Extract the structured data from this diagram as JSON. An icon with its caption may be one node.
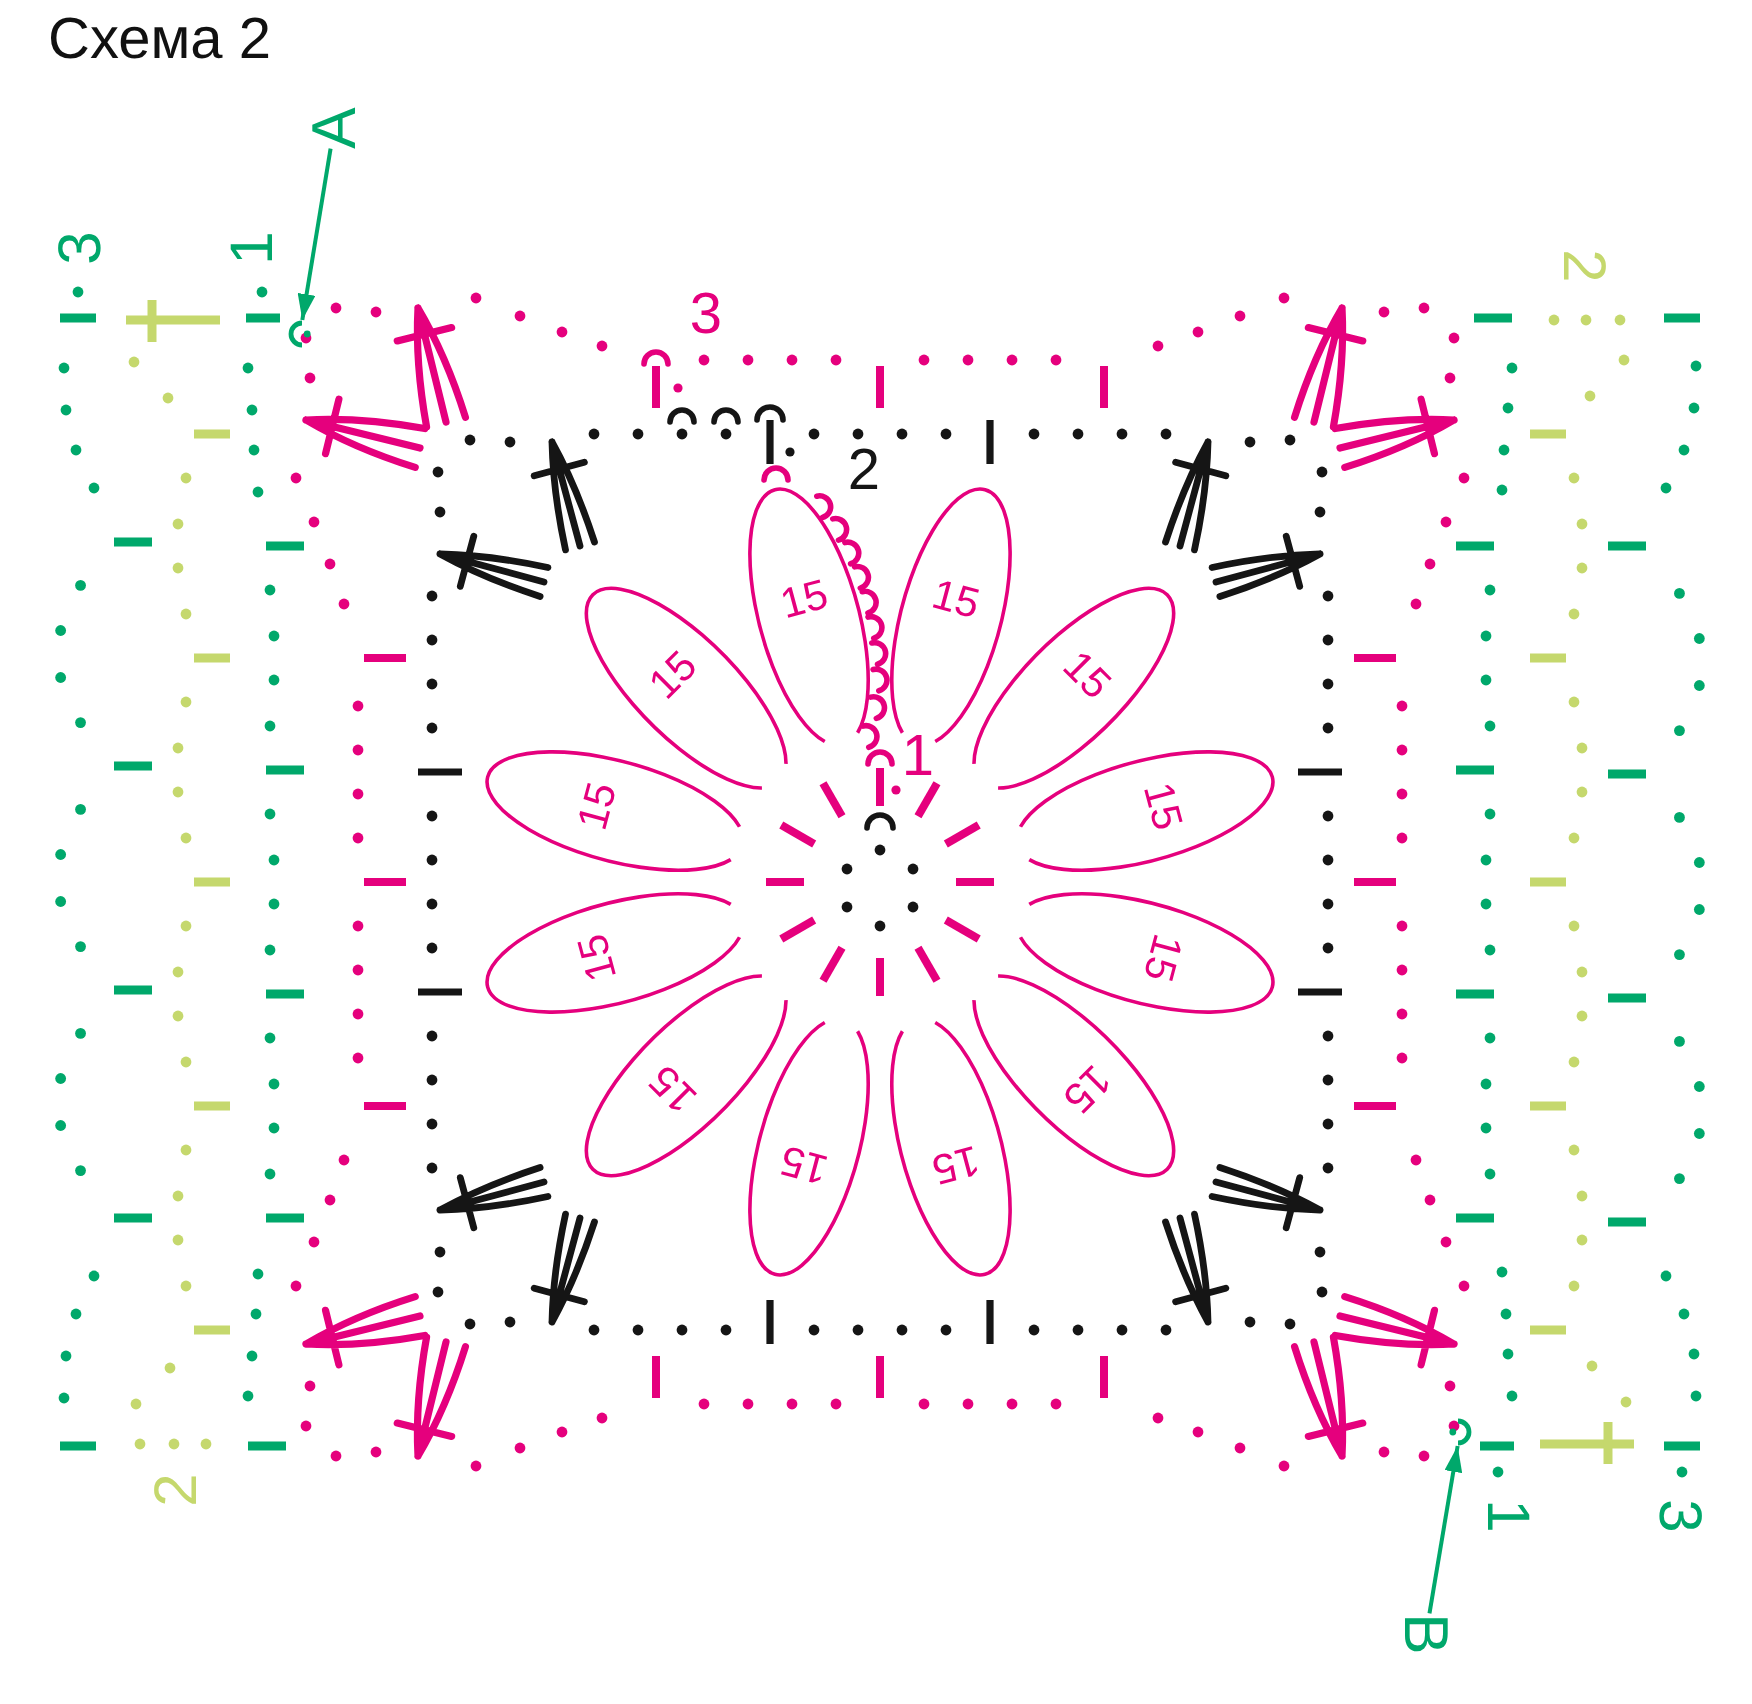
{
  "diagram": {
    "title": "Схема 2",
    "nodes": [
      {
        "text": [
          "A"
        ]
      },
      {
        "text": [],
        "shape": "arc"
      },
      {
        "text": [
          "15"
        ]
      },
      {
        "text": [
          "15"
        ]
      },
      {
        "text": [
          "15"
        ]
      },
      {
        "text": [
          "15"
        ]
      },
      {
        "text": [
          "15"
        ]
      },
      {
        "text": [
          "15"
        ]
      },
      {
        "text": [
          "15"
        ]
      },
      {
        "text": [
          "15"
        ]
      },
      {
        "text": [
          "15"
        ]
      },
      {
        "text": [
          "15"
        ]
      },
      {
        "text": [
          "15"
        ]
      },
      {
        "text": [
          "15"
        ]
      },
      {
        "text": [],
        "shape": "arc"
      },
      {
        "text": [
          "B"
        ]
      }
    ],
    "edges": [
      {
        "from": 0,
        "to": 1,
        "arrow": "to"
      },
      {
        "from": 15,
        "to": 14,
        "arrow": "to"
      }
    ],
    "labels": [
      "3",
      "1",
      "2",
      "3",
      "2",
      "1",
      "2",
      "1",
      "3"
    ]
  }
}
